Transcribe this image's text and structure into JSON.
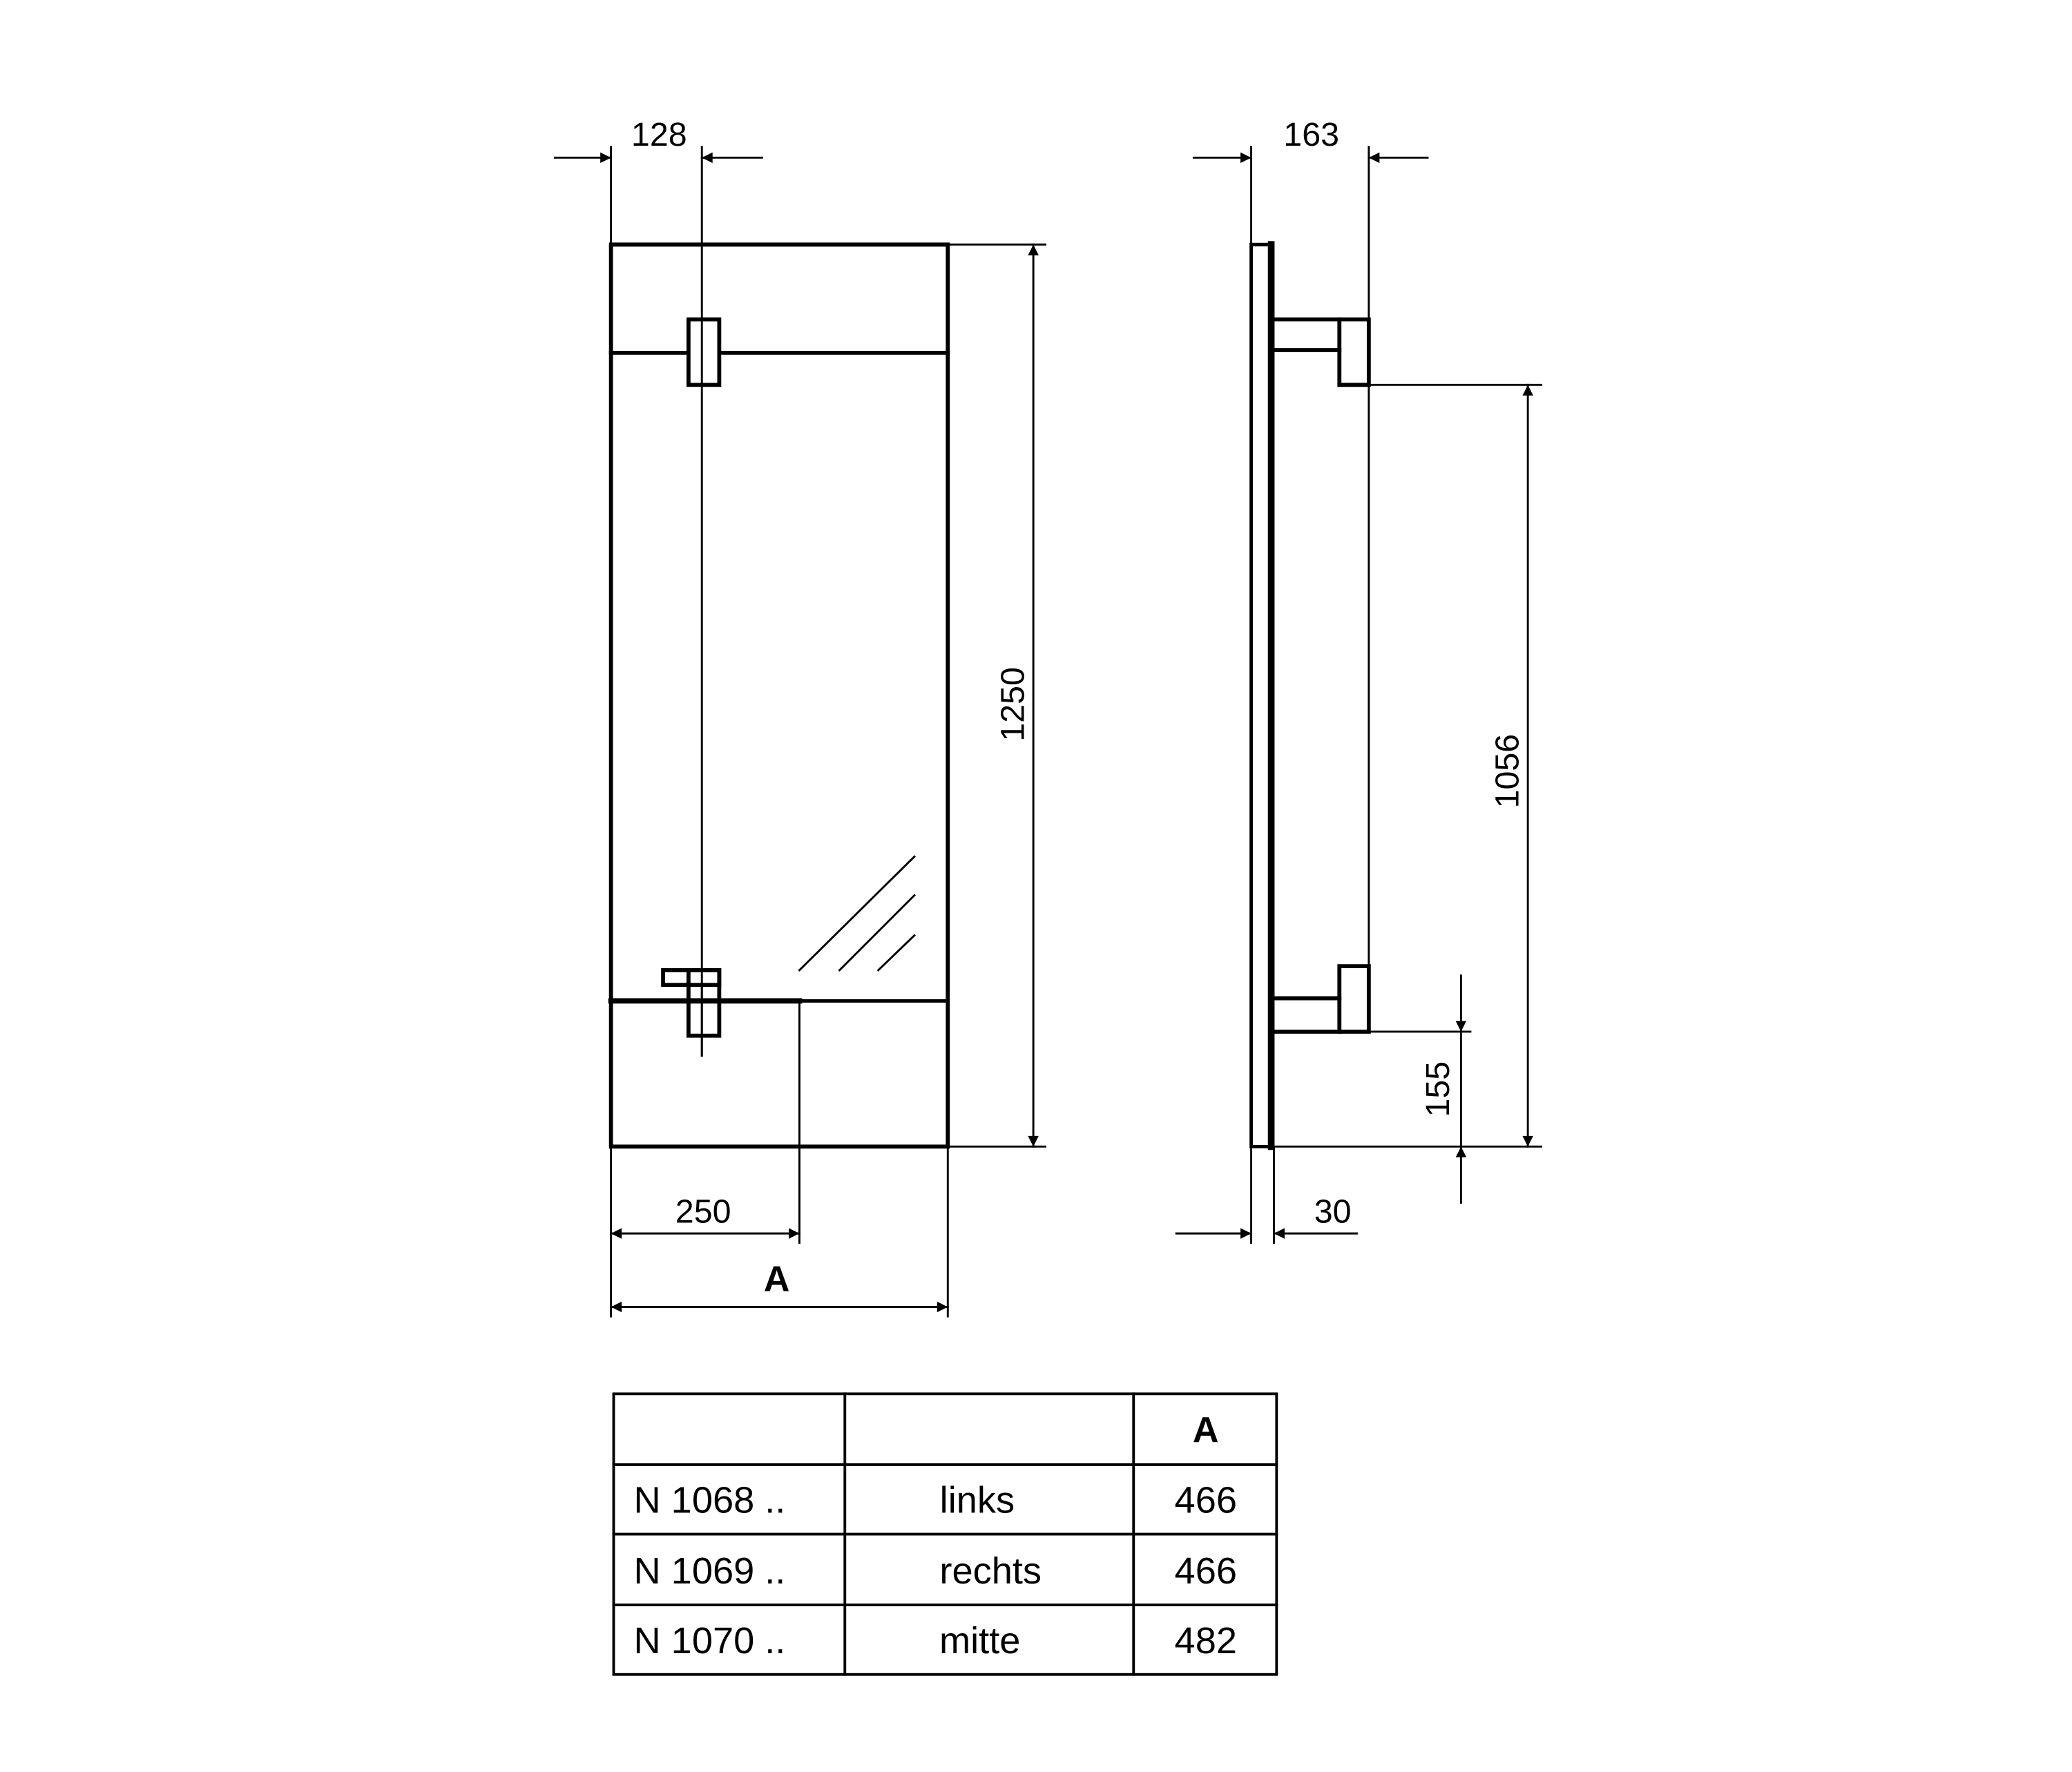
{
  "front_view": {
    "dim_top": "128",
    "dim_height": "1250",
    "dim_bottom": "250",
    "dim_width_label": "A"
  },
  "side_view": {
    "dim_top": "163",
    "dim_center": "1056",
    "dim_lower": "155",
    "dim_depth": "30"
  },
  "table": {
    "header": [
      "",
      "",
      "A"
    ],
    "rows": [
      [
        "N 1068 ..",
        "links",
        "466"
      ],
      [
        "N 1069 ..",
        "rechts",
        "466"
      ],
      [
        "N 1070 ..",
        "mitte",
        "482"
      ]
    ]
  }
}
